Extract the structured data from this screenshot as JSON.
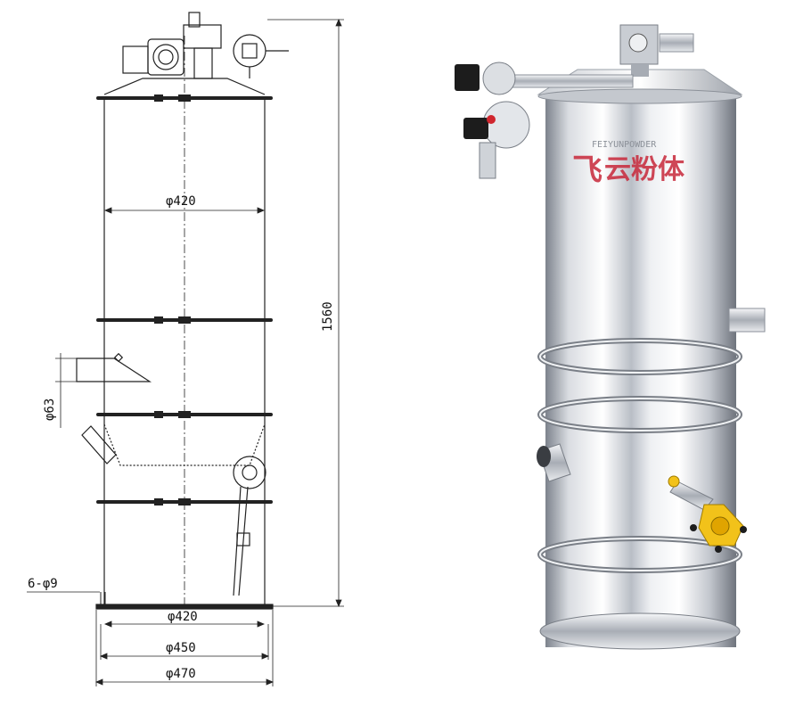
{
  "drawing": {
    "dimensions": {
      "top_diameter": "φ420",
      "height": "1560",
      "inlet_diameter": "φ63",
      "holes": "6-φ9",
      "base_inner": "φ420",
      "base_mid": "φ450",
      "base_outer": "φ470"
    }
  },
  "photo": {
    "brand_latin": "FEIYUNPOWDER",
    "brand_cn": "云粉体",
    "brand_mark": "飞",
    "colors": {
      "steel_light": "#f4f5f7",
      "steel_dark": "#8a8f98",
      "accent_yellow": "#f2c21a",
      "brand_red": "#c8283a"
    }
  }
}
